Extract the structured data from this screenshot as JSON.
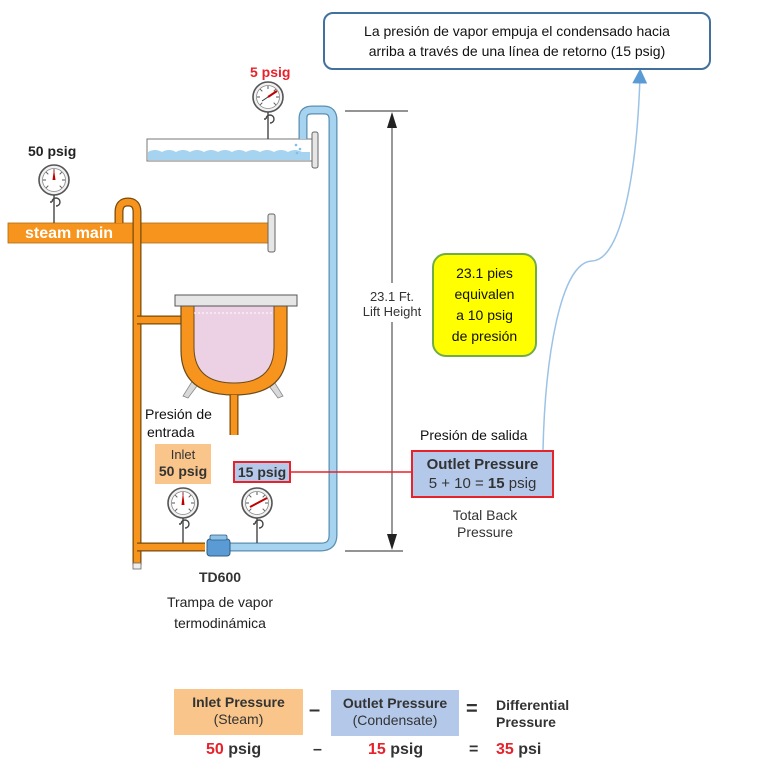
{
  "callout": {
    "line1": "La presión de vapor empuja el condensado hacia",
    "line2": "arriba a través de una línea de retorno (15 psig)"
  },
  "gauges": {
    "return_line_label": "5 psig",
    "steam_main_label": "50 psig"
  },
  "steam_main": {
    "label": "steam main"
  },
  "lift": {
    "line1": "23.1 Ft.",
    "line2": "Lift Height"
  },
  "note": {
    "line1": "23.1 pies",
    "line2": "equivalen",
    "line3": "a 10 psig",
    "line4": "de presión"
  },
  "inlet": {
    "caption_line1": "Presión de",
    "caption_line2": "entrada",
    "badge_line1": "Inlet",
    "badge_line2": "50 psig"
  },
  "outlet": {
    "small_badge": "15 psig",
    "caption": "Presión de salida",
    "title": "Outlet Pressure",
    "formula_prefix": "5 + 10 = ",
    "formula_value": "15",
    "formula_unit": " psig",
    "sub_line1": "Total Back",
    "sub_line2": "Pressure"
  },
  "trap": {
    "model": "TD600",
    "desc_line1": "Trampa de vapor",
    "desc_line2": "termodinámica"
  },
  "equation": {
    "inlet_title": "Inlet Pressure",
    "inlet_sub": "(Steam)",
    "minus": "–",
    "outlet_title": "Outlet Pressure",
    "outlet_sub": "(Condensate)",
    "equals": "=",
    "result_line1": "Differential",
    "result_line2": "Pressure",
    "inlet_value": "50",
    "inlet_unit": " psig",
    "outlet_value": "15",
    "outlet_unit": " psig",
    "result_value": "35",
    "result_unit": " psi"
  },
  "colors": {
    "steam_pipe": "#f7941d",
    "condensate_pipe": "#a6d3ef",
    "highlight_red": "#e8222a",
    "inlet_fill": "#f9c58a",
    "outlet_fill": "#b4c9ea",
    "note_fill": "#ffff00",
    "callout_border": "#41719c"
  }
}
